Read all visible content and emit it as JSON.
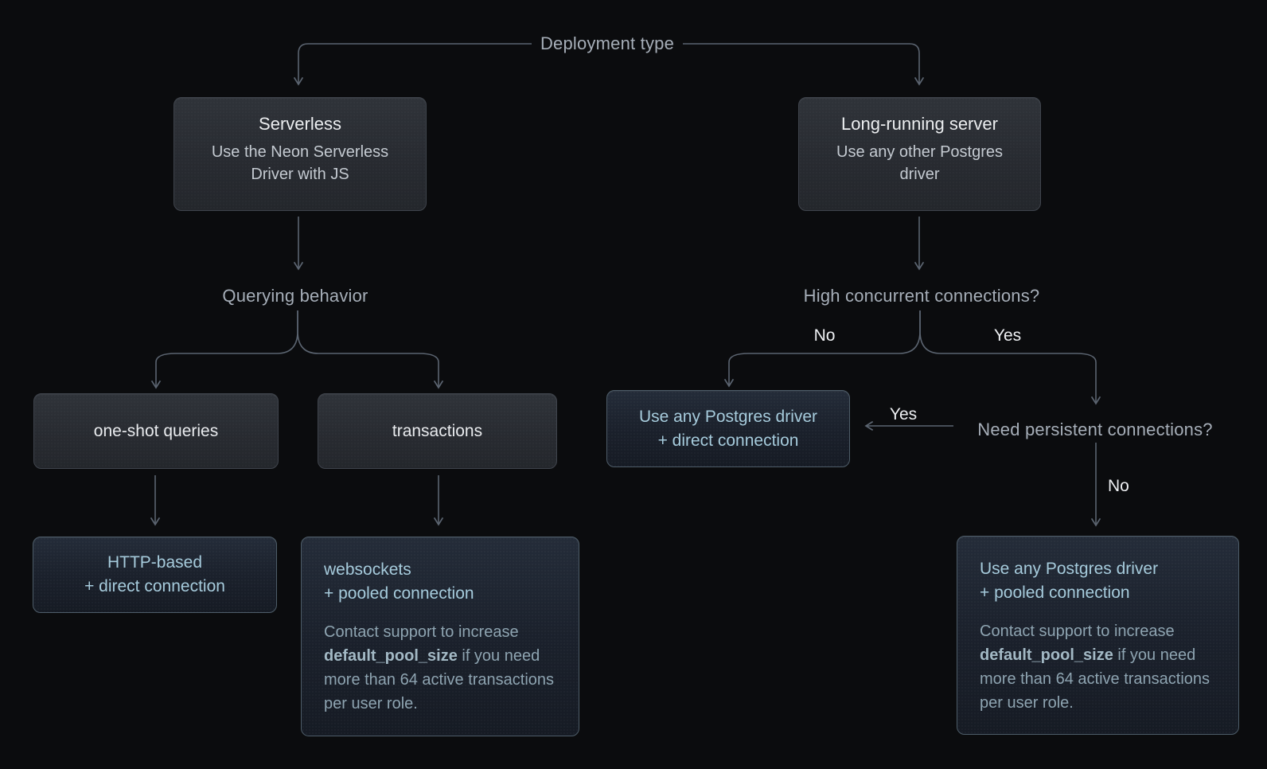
{
  "palette": {
    "background": "#0b0c0e",
    "line": "#5b6470",
    "gray_box_bg": "#2b2f35",
    "gray_box_border": "#3f444c",
    "result_box_bg": "#1d2430",
    "result_box_border": "#4e5d69",
    "result_title_text": "#a6cbdc",
    "note_text": "#8ea4b1",
    "flow_label_text": "#a6aeb8",
    "branch_label_text": "#eef0f3"
  },
  "flow_labels": {
    "deployment_type": "Deployment type",
    "querying_behavior": "Querying behavior",
    "high_concurrent": "High concurrent connections?",
    "need_persistent": "Need persistent connections?"
  },
  "branch_labels": {
    "high_concurrent_no": "No",
    "high_concurrent_yes": "Yes",
    "persistent_yes": "Yes",
    "persistent_no": "No"
  },
  "nodes": {
    "serverless": {
      "title": "Serverless",
      "subtitle": "Use the Neon Serverless Driver with JS"
    },
    "long_running_server": {
      "title": "Long-running server",
      "subtitle": "Use any other Postgres driver"
    },
    "one_shot_queries": {
      "label": "one-shot queries"
    },
    "transactions": {
      "label": "transactions"
    },
    "any_driver_direct": {
      "line1": "Use any Postgres driver",
      "line2": "+ direct connection"
    },
    "http_based_direct": {
      "line1": "HTTP-based",
      "line2": "+ direct connection"
    },
    "websockets_pooled": {
      "line1": "websockets",
      "line2": "+ pooled connection",
      "note_before": "Contact support to increase ",
      "note_code": "default_pool_size",
      "note_after": " if you need more than 64 active transactions per user role."
    },
    "any_driver_pooled": {
      "line1": "Use any Postgres driver",
      "line2": "+ pooled connection",
      "note_before": "Contact support to increase ",
      "note_code": "default_pool_size",
      "note_after": " if you need more than 64 active transactions per user role."
    }
  }
}
